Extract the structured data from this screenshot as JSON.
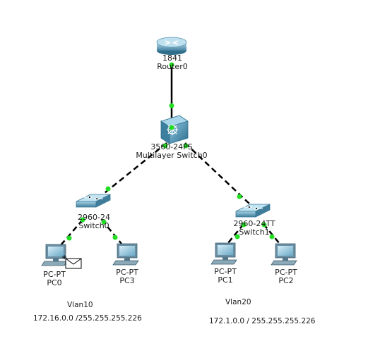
{
  "devices": {
    "router": {
      "model": "1841",
      "name": "Router0"
    },
    "multilayer_switch": {
      "model": "3560-24PS",
      "name": "Multilayer Switch0"
    },
    "switch0": {
      "model": "2960-24",
      "name": "Switch0"
    },
    "switch1": {
      "model": "2960-24TT",
      "name": "Switch1"
    },
    "pc0": {
      "model": "PC-PT",
      "name": "PC0"
    },
    "pc3": {
      "model": "PC-PT",
      "name": "PC3"
    },
    "pc1": {
      "model": "PC-PT",
      "name": "PC1"
    },
    "pc2": {
      "model": "PC-PT",
      "name": "PC2"
    }
  },
  "vlans": {
    "vlan10": {
      "label": "Vlan10",
      "network": "172.16.0.0 /255.255.255.226"
    },
    "vlan20": {
      "label": "Vlan20",
      "network": "172.1.0.0 / 255.255.255.226"
    }
  },
  "colors": {
    "link_up": "#22dd22",
    "cable": "#000000",
    "device_blue": "#5b9ab8"
  }
}
